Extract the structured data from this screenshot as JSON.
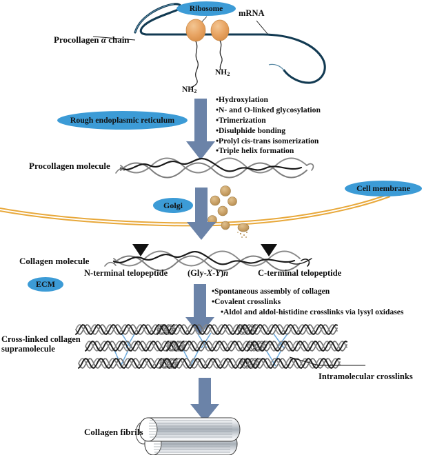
{
  "diagram": {
    "title": "Collagen biosynthesis and fibril assembly pathway",
    "colors": {
      "pill_blue": "#3c9bd6",
      "arrow_slate": "#6b83a8",
      "mrna_navy": "#123a52",
      "ribosome_orange": "#e8a35c",
      "membrane_gold": "#e8a83a",
      "vesicle_tan": "#c79a5b",
      "crosslink_blue": "#6aa9dd",
      "helix_dark": "#1a1a1a",
      "helix_gray": "#7d7d7d",
      "fibril_gray": "#8c949c"
    },
    "labels": {
      "ribosome": "Ribosome",
      "mrna": "mRNA",
      "procollagen_alpha_chain_pre": "Procollagen ",
      "procollagen_alpha_chain_alpha": "α",
      "procollagen_alpha_chain_post": " chain",
      "nh2_left": "NH",
      "nh2_sub": "2",
      "nh2_right": "NH",
      "nh2_bottom": "NH",
      "rough_er": "Rough endoplasmic reticulum",
      "procollagen_molecule": "Procollagen molecule",
      "golgi": "Golgi",
      "cell_membrane": "Cell membrane",
      "collagen_molecule": "Collagen molecule",
      "n_terminal_telopeptide": "N-terminal telopeptide",
      "gly_x_y_open": "(Gly-",
      "gly_x": "X",
      "gly_dash": "-",
      "gly_y": "Y",
      "gly_close": ")",
      "gly_n": "n",
      "c_terminal_telopeptide": "C-terminal telopeptide",
      "ecm": "ECM",
      "crosslinked_line1": "Cross-linked collagen",
      "crosslinked_line2": "supramolecule",
      "intramolecular_crosslinks": "Intramolecular crosslinks",
      "collagen_fibrils": "Collagen fibrils"
    },
    "er_steps": [
      "•Hydroxylation",
      "•N- and O-linked glycosylation",
      "•Trimerization",
      "•Disulphide bonding",
      "•Prolyl cis-trans isomerization",
      "•Triple helix formation"
    ],
    "ecm_steps": [
      "•Spontaneous assembly of collagen",
      "•Covalent crosslinks",
      "•Aldol and aldol-histidine crosslinks via lysyl oxidases"
    ],
    "ecm_step_indent": [
      false,
      false,
      true
    ]
  }
}
